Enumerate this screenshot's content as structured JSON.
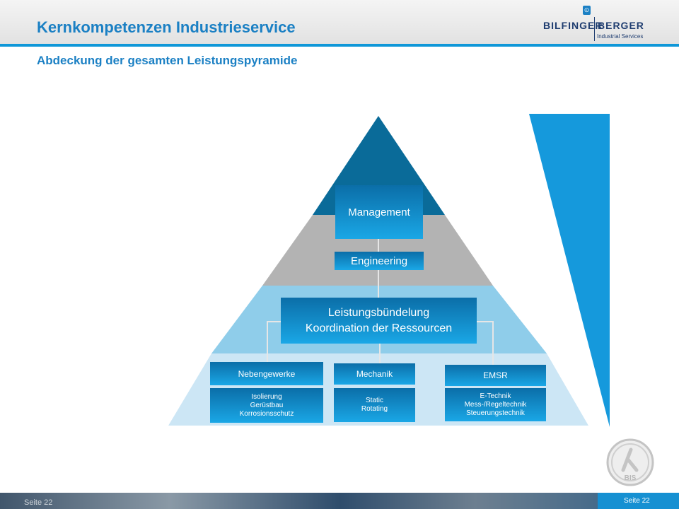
{
  "header": {
    "title": "Kernkompetenzen Industrieservice",
    "subtitle": "Abdeckung der gesamten Leistungspyramide"
  },
  "logo": {
    "word_left": "BILFINGER",
    "word_right": "BERGER",
    "sub": "Industrial Services"
  },
  "pyramid": {
    "management": "Management",
    "engineering": "Engineering",
    "leistung_line1": "Leistungsbündelung",
    "leistung_line2": "Koordination der Ressourcen",
    "columns": [
      {
        "title": "Nebengewerke",
        "items": [
          "Isolierung",
          "Gerüstbau",
          "Korrosionsschutz"
        ]
      },
      {
        "title": "Mechanik",
        "items": [
          "Static",
          "Rotating"
        ]
      },
      {
        "title": "EMSR",
        "items": [
          "E-Technik",
          "Mess-/Regeltechnik",
          "Steuerungstechnik"
        ]
      }
    ]
  },
  "footer": {
    "page_right": "Seite 22",
    "page_left": "Seite 22"
  },
  "seal": {
    "text": "BIS"
  },
  "colors": {
    "accent": "#1b80c4",
    "pyramid_top": "#0a6b99",
    "pyramid_mid": "#b3b3b3",
    "pyramid_lower": "#8fcdea",
    "pyramid_base": "#cce6f5",
    "wedge": "#1599dc"
  }
}
